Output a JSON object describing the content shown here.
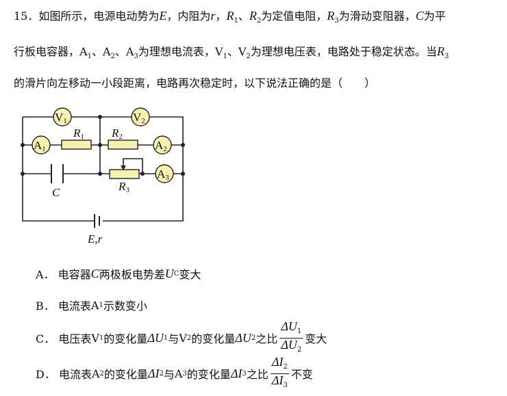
{
  "question": {
    "number": "15．",
    "l1a": "如图所示，电源电动势为",
    "E": "E",
    "l1b": "，内阻为",
    "r": "r",
    "l1c": "，",
    "R": "R",
    "s1": "1",
    "sep": "、",
    "s2": "2",
    "l1d": "为定值电阻，",
    "s3": "3",
    "l1e": "为滑动变阻器，",
    "C": "C",
    "l1f": "为平",
    "l2a": "行板电容器，",
    "A": "A",
    "V": "V",
    "l2b": "为理想电流表，",
    "l2c": "为理想电压表，电路处于稳定状态。当",
    "l3": "的滑片向左移动一小段距离，电路再次稳定时，以下说法正确的是（　　）"
  },
  "circuit": {
    "V1": "V",
    "V2": "V",
    "A1": "A",
    "A2": "A",
    "A3": "A",
    "R1": "R",
    "R2": "R",
    "R3": "R",
    "n1": "1",
    "n2": "2",
    "n3": "3",
    "C": "C",
    "Er": "E,r"
  },
  "options": [
    {
      "label": "A．",
      "a": "电容器",
      "C": "C",
      "b": "两极板电势差",
      "U": "U",
      "sub": "C",
      "c": "变大"
    },
    {
      "label": "B．",
      "a": "电流表",
      "A": "A",
      "sub": "1",
      "c": "示数变小"
    },
    {
      "label": "C．",
      "a": "电压表",
      "V": "V",
      "s1": "1",
      "b": "的变化量",
      "dU": "ΔU",
      "s2": "2",
      "d": "与",
      "e": "之比",
      "num": "ΔU",
      "den": "ΔU",
      "f": "变大"
    },
    {
      "label": "D．",
      "a": "电流表",
      "A": "A",
      "s2": "2",
      "b": "的变化量",
      "dI": "ΔI",
      "s3": "3",
      "d": "与",
      "e": "之比",
      "num": "ΔI",
      "den": "ΔI",
      "f": "不变"
    }
  ]
}
